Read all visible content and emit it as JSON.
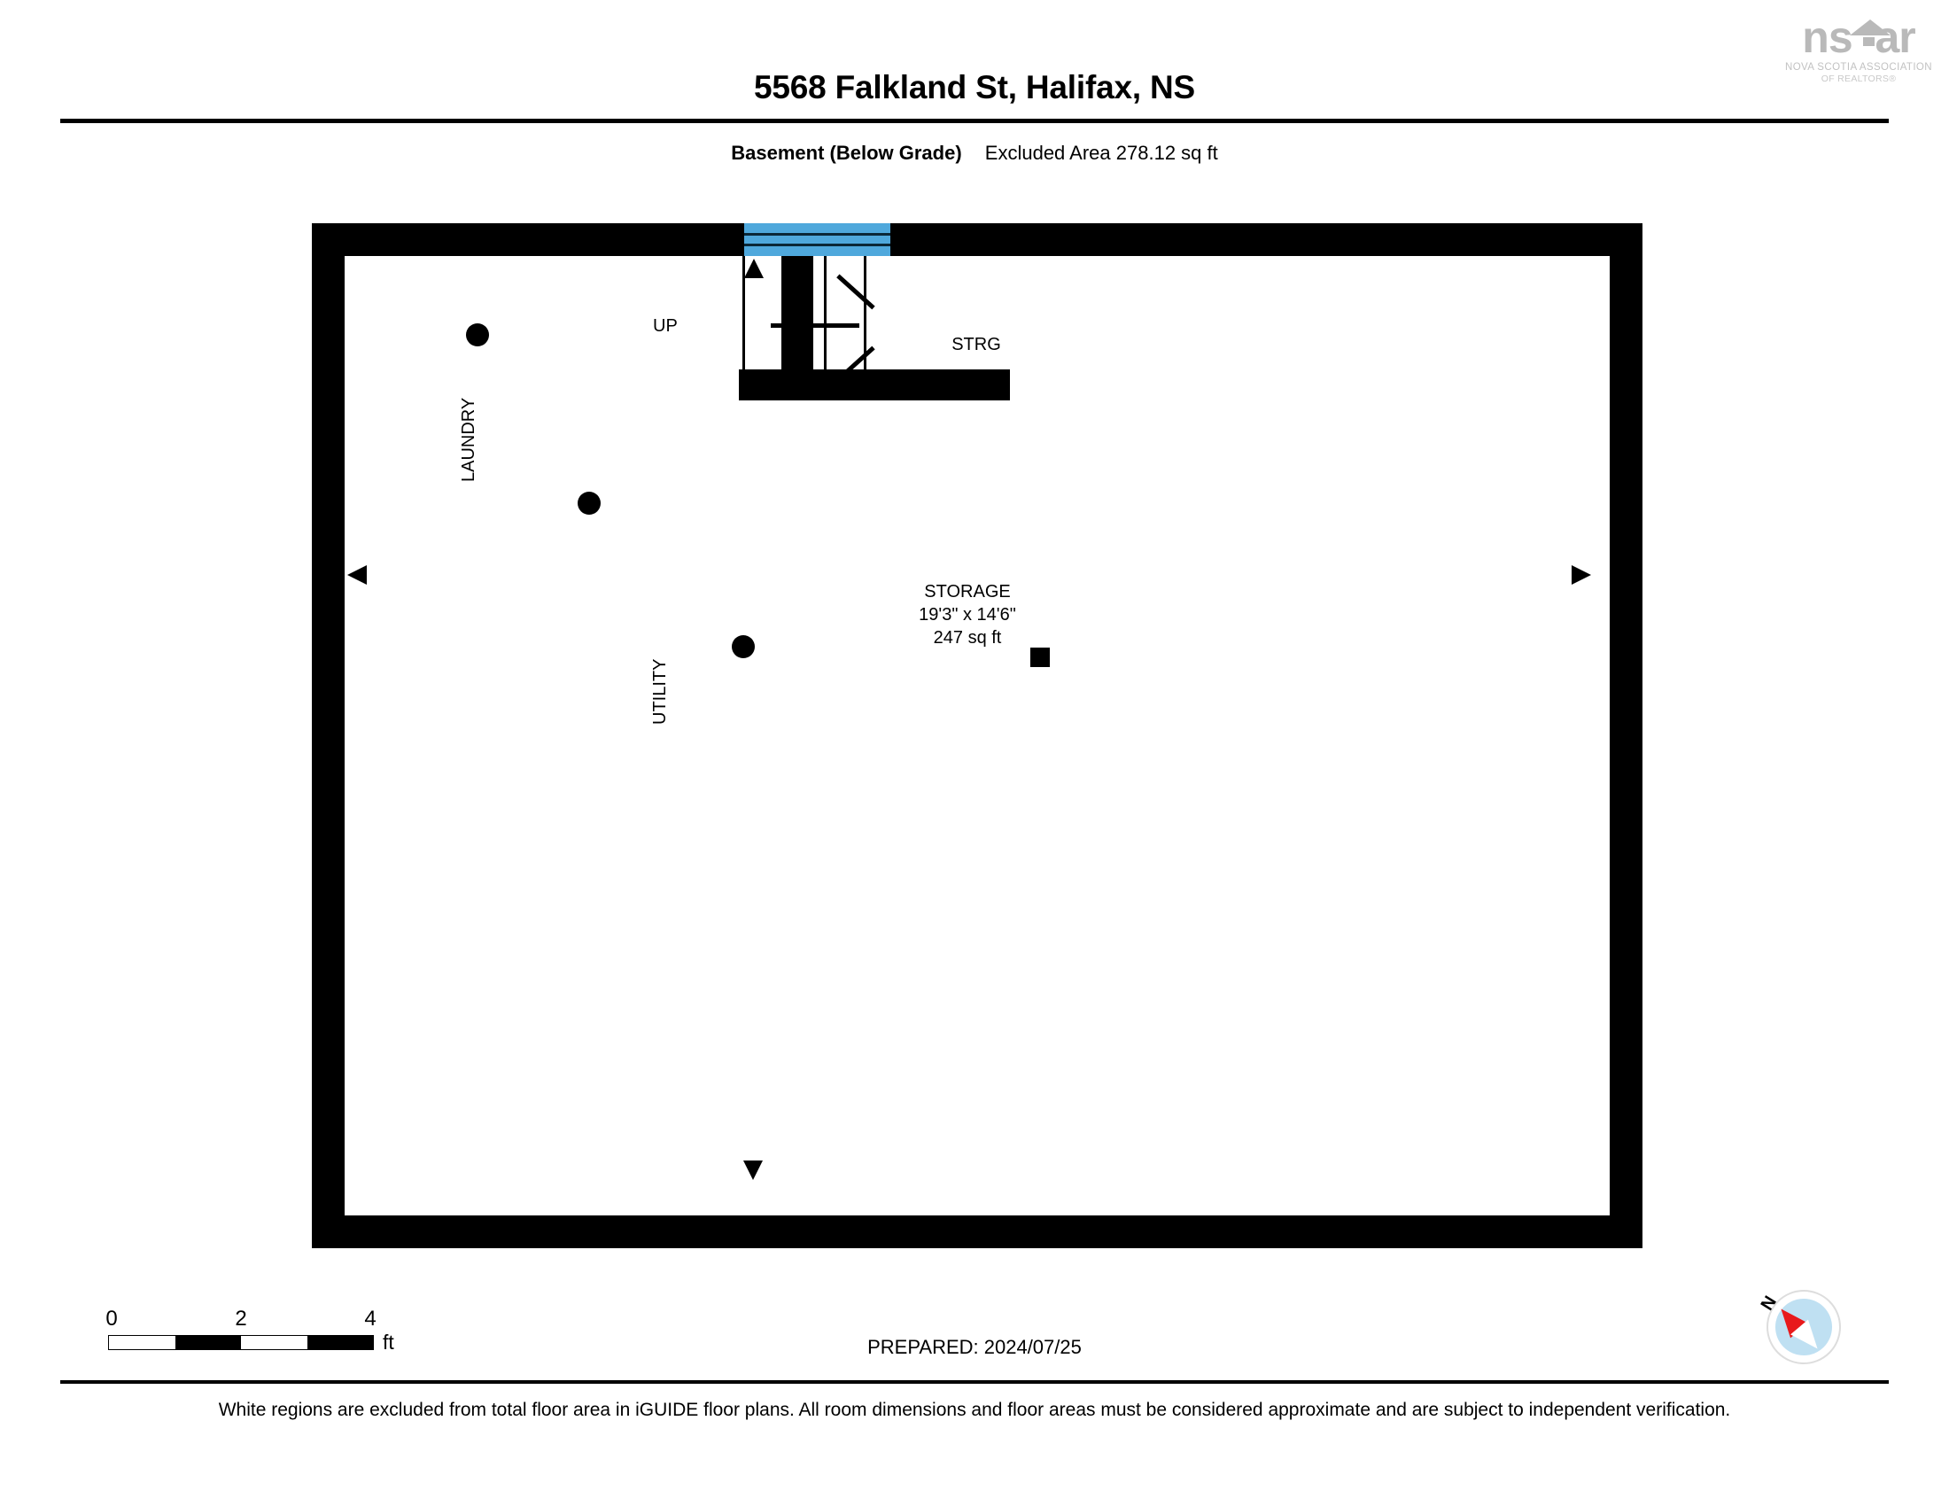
{
  "header": {
    "title": "5568 Falkland St, Halifax, NS",
    "level_label": "Basement (Below Grade)",
    "excluded_area": "Excluded Area 278.12 sq ft"
  },
  "logo": {
    "wordmark_left": "ns",
    "wordmark_right": "ar",
    "line1": "NOVA SCOTIA ASSOCIATION",
    "line2": "OF REALTORS®"
  },
  "floorplan": {
    "stairs": {
      "direction_label": "UP"
    },
    "rooms": [
      {
        "key": "strg",
        "name": "STRG",
        "dimensions": "",
        "area": ""
      },
      {
        "key": "storage",
        "name": "STORAGE",
        "dimensions": "19'3\" x 14'6\"",
        "area": "247 sq ft"
      },
      {
        "key": "laundry",
        "name": "LAUNDRY"
      },
      {
        "key": "utility",
        "name": "UTILITY"
      }
    ]
  },
  "scale": {
    "ticks": [
      "0",
      "2",
      "4"
    ],
    "unit": "ft"
  },
  "prepared": "PREPARED: 2024/07/25",
  "compass": {
    "north_label": "N"
  },
  "footer": {
    "note": "White regions are excluded from total floor area in iGUIDE floor plans. All room dimensions and floor areas must be considered approximate and are subject to independent verification."
  },
  "colors": {
    "wall": "#000000",
    "window": "#4fa8dc",
    "compass_disc": "#bfe0f2",
    "compass_needle": "#e8191b",
    "logo_gray": "#b9b9b9"
  }
}
